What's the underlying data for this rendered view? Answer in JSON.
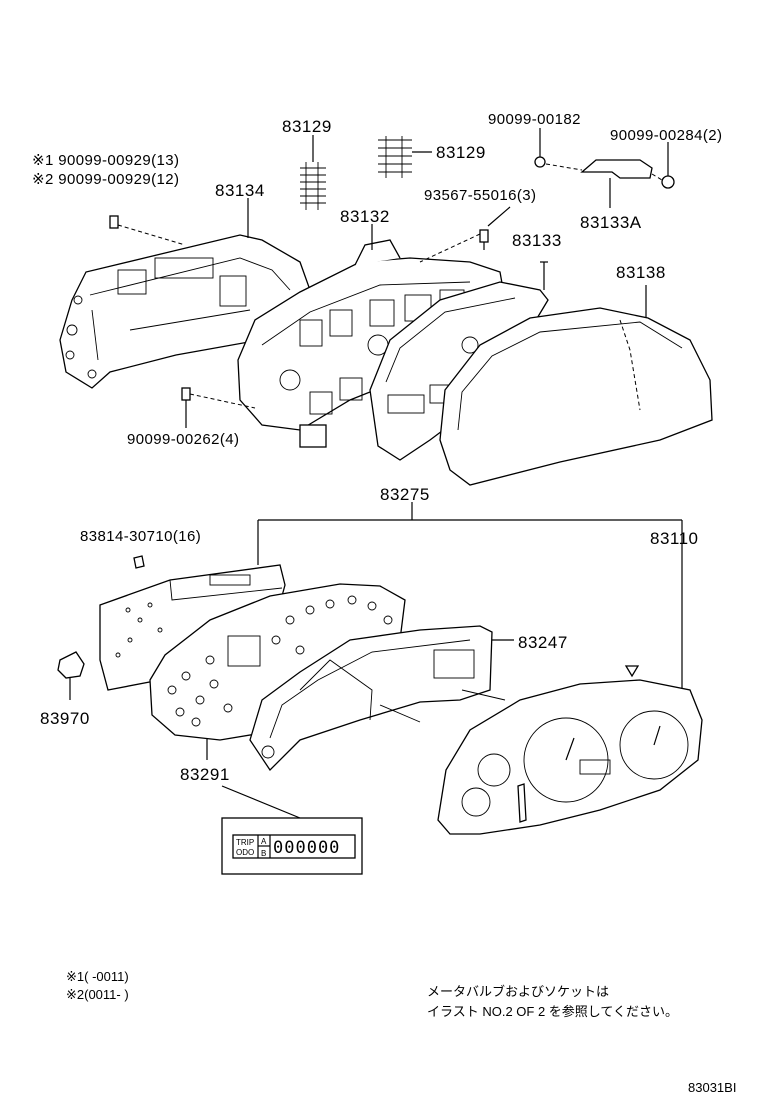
{
  "labels": {
    "p83129_a": "83129",
    "p83129_b": "83129",
    "p90099_00182": "90099-00182",
    "p90099_00284": "90099-00284(2)",
    "note1_part": "※1 90099-00929(13)",
    "note2_part": "※2 90099-00929(12)",
    "p83134": "83134",
    "p83132": "83132",
    "p93567": "93567-55016(3)",
    "p83133A": "83133A",
    "p83133": "83133",
    "p83138": "83138",
    "p90099_00262": "90099-00262(4)",
    "p83275": "83275",
    "p83814": "83814-30710(16)",
    "p83110": "83110",
    "p83247": "83247",
    "p83970": "83970",
    "p83291": "83291",
    "inset_trip": "TRIP",
    "inset_odo": "ODO",
    "inset_a": "A",
    "inset_b": "B",
    "inset_digits": "000000"
  },
  "footnotes": {
    "n1": "※1(       -0011)",
    "n2": "※2(0011-       )"
  },
  "jp_note": {
    "line1": "メータバルブおよびソケットは",
    "line2": "イラスト NO.2 OF 2 を参照してください。"
  },
  "diagram_id": "83031BI"
}
